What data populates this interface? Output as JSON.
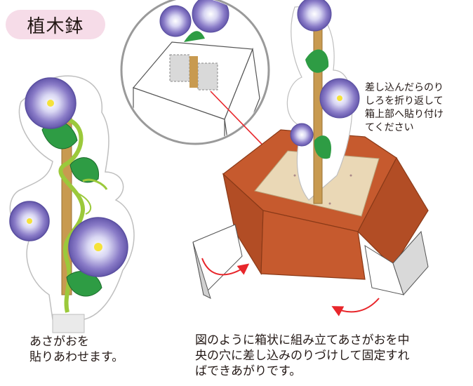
{
  "title": "植木鉢",
  "captions": {
    "left": "あさがおを\n貼りあわせます。",
    "bottom": "図のように箱状に組み立てあさがおを中\n央の穴に差し込みのりづけして固定すれ\nばできあがりです。",
    "note": "差し込んだらのり\nしろを折り返して\n箱上部へ貼り付け\nてください"
  },
  "colors": {
    "badge_bg": "#f6dce8",
    "pot": "#c65a2e",
    "pot_dark": "#b24d25",
    "soil": "#ead8b6",
    "leaf": "#2e9c44",
    "petal": "#7567b8",
    "stake": "#c89a50",
    "arrow": "#e8262b"
  },
  "icons": [
    "morning-glory-flower-icon",
    "leaf-icon",
    "curved-arrow-icon",
    "magnify-circle-icon"
  ]
}
